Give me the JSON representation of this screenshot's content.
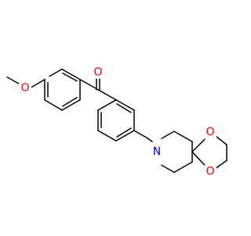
{
  "colors": {
    "bond": "#000000",
    "oxygen": "#ff0000",
    "nitrogen": "#0000ff",
    "background": "#ffffff"
  },
  "atom_labels": {
    "methoxy_o": "O",
    "carbonyl_o": "O",
    "amine_n": "N",
    "ketal_o_upper": "O",
    "ketal_o_lower": "O"
  }
}
